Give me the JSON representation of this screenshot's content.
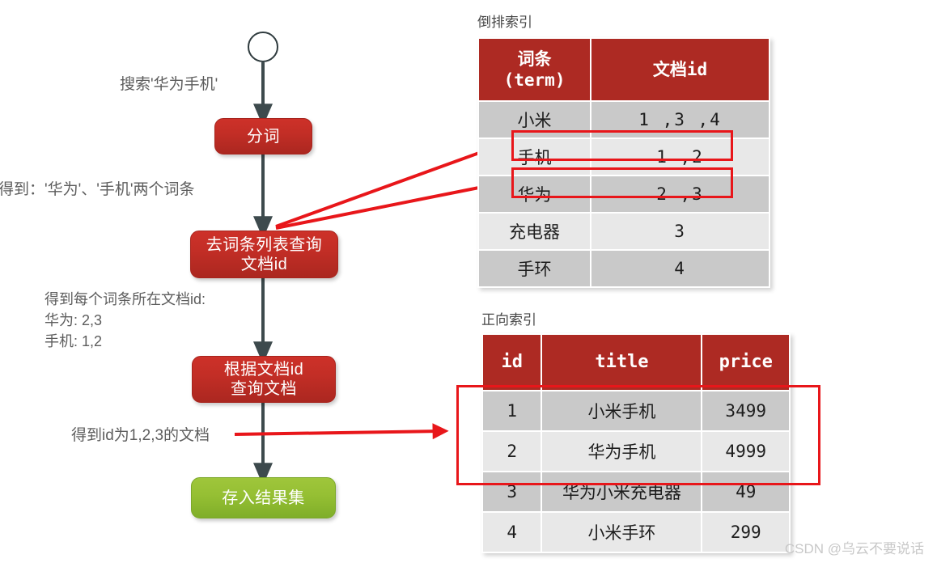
{
  "flow": {
    "start_node": "",
    "nodes": [
      {
        "id": "fenci",
        "label": "分词"
      },
      {
        "id": "query",
        "label": "去词条列表查询\n文档id"
      },
      {
        "id": "doc",
        "label": "根据文档id\n查询文档"
      },
      {
        "id": "result",
        "label": "存入结果集"
      }
    ],
    "notes": {
      "search": "搜索'华为手机'",
      "terms": "得到：'华为'、'手机'两个词条",
      "docids": "得到每个词条所在文档id:\n华为: 2,3\n手机: 1,2",
      "result": "得到id为1,2,3的文档"
    }
  },
  "inverted_index": {
    "caption": "倒排索引",
    "headers": [
      "词条\n(term)",
      "文档id"
    ],
    "rows": [
      {
        "term": "小米",
        "docid": "1 ,3 ,4"
      },
      {
        "term": "手机",
        "docid": "1 ,2"
      },
      {
        "term": "华为",
        "docid": "2 ,3"
      },
      {
        "term": "充电器",
        "docid": "3"
      },
      {
        "term": "手环",
        "docid": "4"
      }
    ]
  },
  "forward_index": {
    "caption": "正向索引",
    "headers": [
      "id",
      "title",
      "price"
    ],
    "rows": [
      {
        "id": "1",
        "title": "小米手机",
        "price": "3499"
      },
      {
        "id": "2",
        "title": "华为手机",
        "price": "4999"
      },
      {
        "id": "3",
        "title": "华为小米充电器",
        "price": "49"
      },
      {
        "id": "4",
        "title": "小米手环",
        "price": "299"
      }
    ]
  },
  "watermark": "CSDN @乌云不要说话",
  "colors": {
    "node_red": "#ad2a23",
    "node_green": "#95bf33",
    "highlight_red": "#e8161a",
    "arrow_gray": "#3d4a4d",
    "row_odd": "#c9c9c9",
    "row_even": "#e8e8e8"
  }
}
